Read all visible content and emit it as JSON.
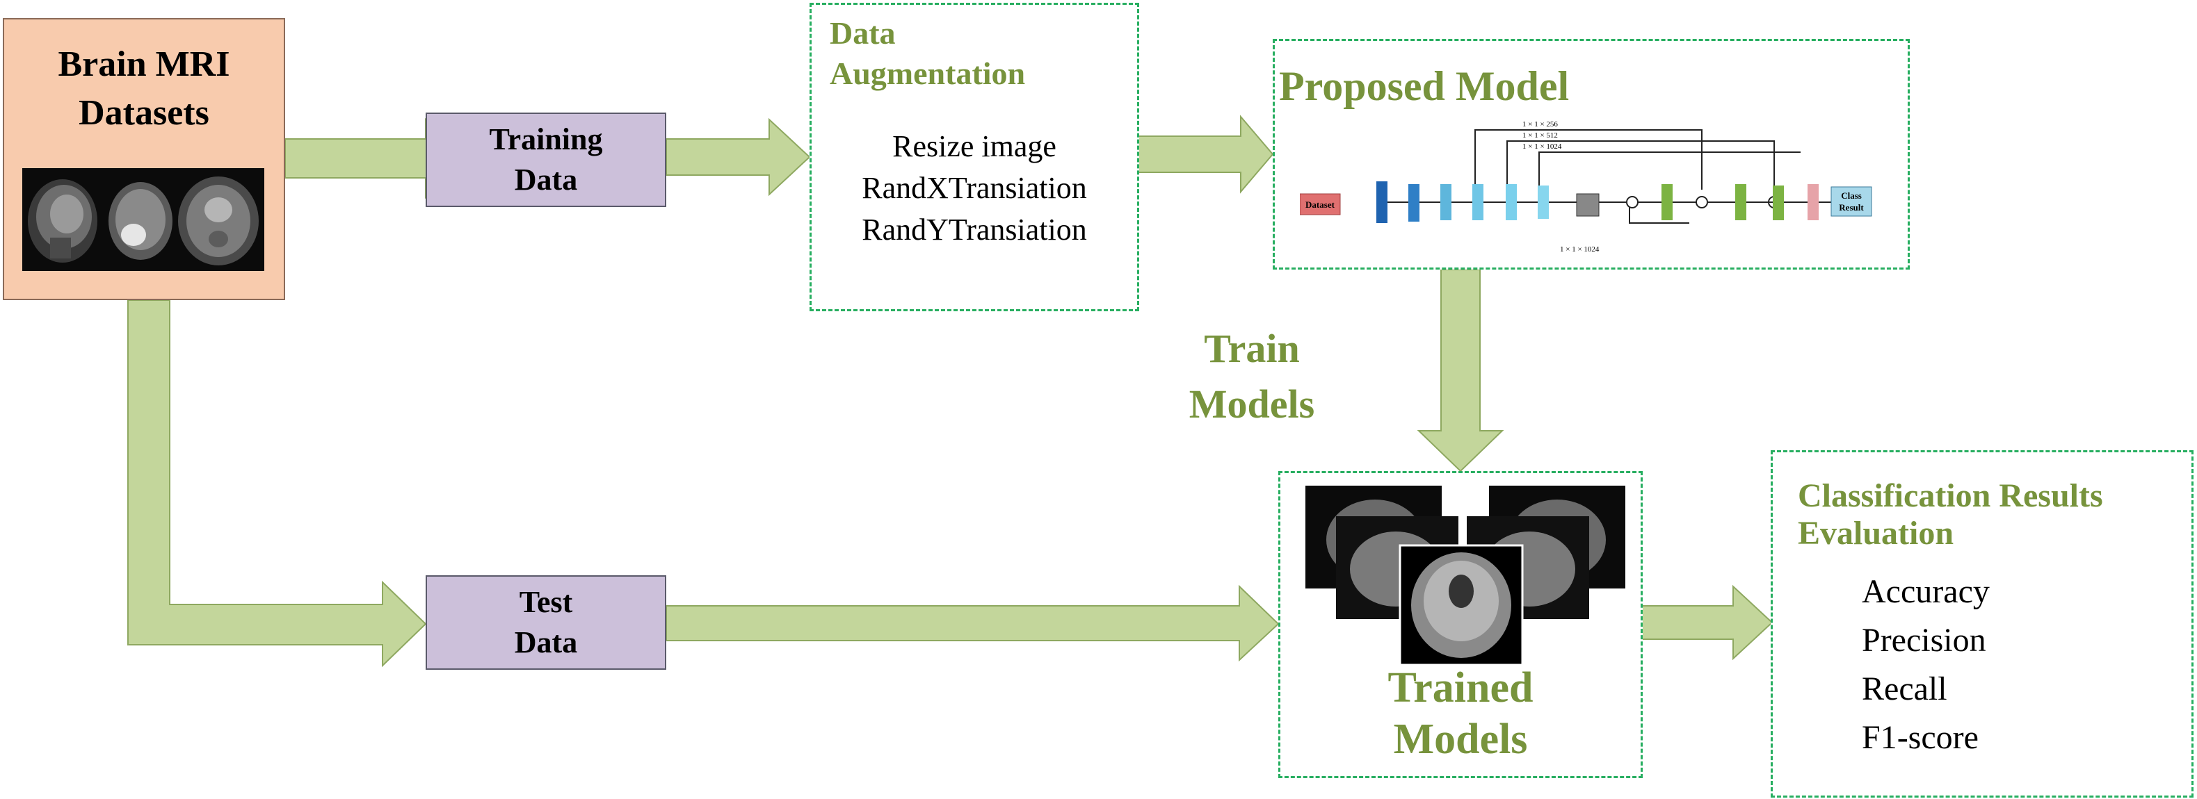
{
  "source": {
    "title_line1": "Brain MRI",
    "title_line2": "Datasets"
  },
  "training": {
    "line1": "Training",
    "line2": "Data"
  },
  "test": {
    "line1": "Test",
    "line2": "Data"
  },
  "augmentation": {
    "title_line1": "Data",
    "title_line2": "Augmentation",
    "items": [
      "Resize image",
      "RandXTransiation",
      "RandYTransiation"
    ]
  },
  "proposed": {
    "title": "Proposed Model",
    "input_label": "Dataset",
    "output_label_line1": "Class",
    "output_label_line2": "Result",
    "skip_labels": [
      "1 × 1 × 256",
      "1 × 1 × 512",
      "1 × 1 × 1024"
    ],
    "bottom_label": "1 × 1 × 1024"
  },
  "train_models": {
    "line1": "Train",
    "line2": "Models"
  },
  "trained": {
    "line1": "Trained",
    "line2": "Models"
  },
  "evaluation": {
    "title_line1": "Classification Results",
    "title_line2": "Evaluation",
    "items": [
      "Accuracy",
      "Precision",
      "Recall",
      "F1-score"
    ]
  },
  "colors": {
    "arrow_fill": "#c3d69b",
    "arrow_stroke": "#8ea860",
    "dashed_border": "#27ae60",
    "olive_text": "#77933c",
    "source_fill": "#f8cbad",
    "purple_fill": "#ccc0da"
  }
}
